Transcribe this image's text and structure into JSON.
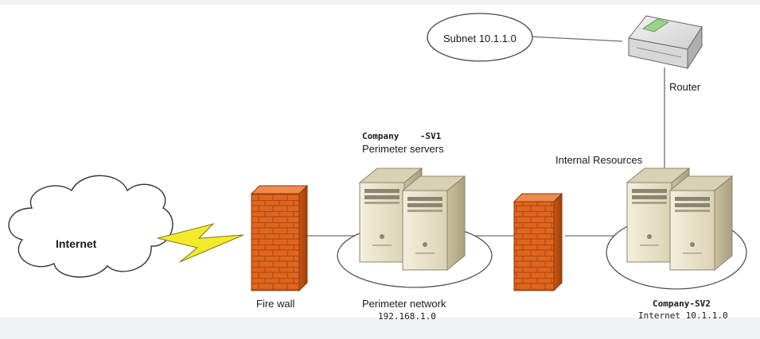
{
  "diagram": {
    "nodes": {
      "internet": {
        "label": "Internet"
      },
      "subnet": {
        "label": "Subnet 10.1.1.0"
      },
      "router": {
        "label": "Router"
      },
      "firewall_outer": {
        "label": "Fire wall"
      },
      "firewall_inner": {
        "label": ""
      },
      "perimeter_servers": {
        "name": "Company    -SV1",
        "label": "Perimeter servers",
        "network": "Perimeter network",
        "network_ip": "192.168.1.0"
      },
      "internal_servers": {
        "group_label": "Internal Resources",
        "name": "Company-SV2",
        "network": "Internet 10.1.1.0"
      }
    },
    "edges": [
      {
        "from": "internet",
        "to": "firewall_outer",
        "style": "lightning"
      },
      {
        "from": "firewall_outer",
        "to": "perimeter_servers",
        "style": "line"
      },
      {
        "from": "perimeter_servers",
        "to": "firewall_inner",
        "style": "line"
      },
      {
        "from": "firewall_inner",
        "to": "internal_servers",
        "style": "line"
      },
      {
        "from": "internal_servers",
        "to": "router",
        "style": "line"
      },
      {
        "from": "router",
        "to": "subnet",
        "style": "line"
      }
    ],
    "colors": {
      "brick": "#e0661f",
      "mortar": "#b24a10",
      "lightning": "#f4e92a",
      "server_body": "#ece5cc",
      "line": "#6d6d6d"
    },
    "icons": [
      "cloud-icon",
      "router-icon",
      "firewall-icon",
      "server-icon",
      "lightning-icon"
    ]
  }
}
